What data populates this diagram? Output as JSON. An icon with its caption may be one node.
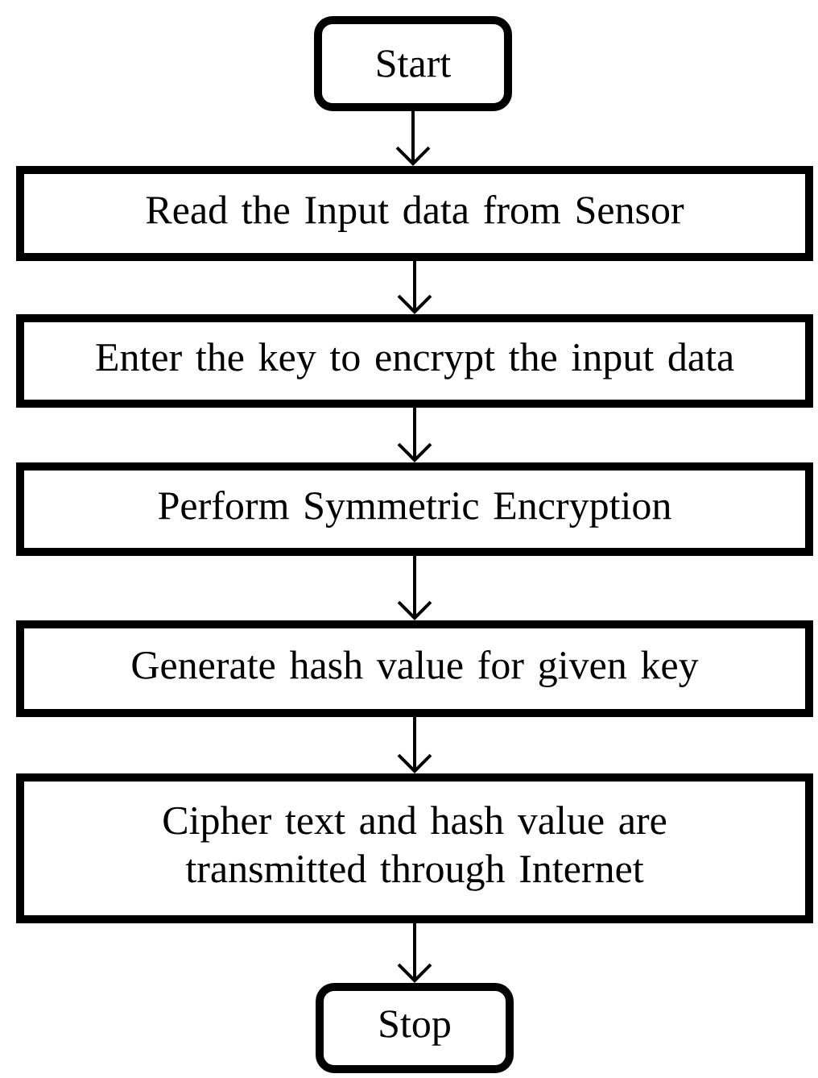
{
  "diagram": {
    "nodes": [
      {
        "text": [
          "Start"
        ]
      },
      {
        "text": [
          "Read the Input data from Sensor"
        ]
      },
      {
        "text": [
          "Enter the key to encrypt the input data"
        ]
      },
      {
        "text": [
          "Perform Symmetric Encryption"
        ]
      },
      {
        "text": [
          "Generate hash value for given key"
        ]
      },
      {
        "text": [
          "Cipher text and hash value are transmitted through Internet"
        ]
      },
      {
        "text": [
          "Stop"
        ]
      }
    ],
    "edges": [
      {
        "from": 0,
        "to": 1,
        "arrow": "to"
      },
      {
        "from": 1,
        "to": 2,
        "arrow": "to"
      },
      {
        "from": 2,
        "to": 3,
        "arrow": "to"
      },
      {
        "from": 3,
        "to": 4,
        "arrow": "to"
      },
      {
        "from": 4,
        "to": 5,
        "arrow": "to"
      },
      {
        "from": 5,
        "to": 6,
        "arrow": "to"
      }
    ]
  }
}
